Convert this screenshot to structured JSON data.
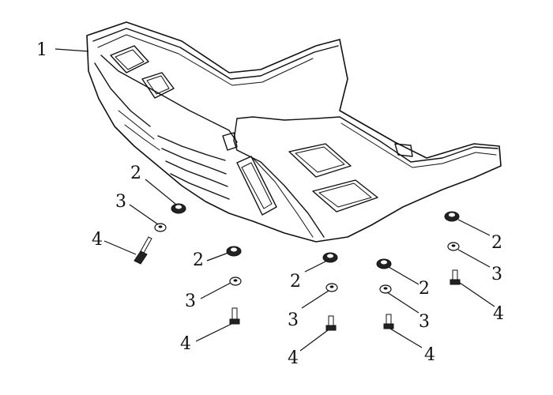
{
  "callouts": {
    "skid_plate": "1",
    "c1": "2",
    "c2": "3",
    "c3": "4",
    "c4": "2",
    "c5": "3",
    "c6": "4",
    "c7": "2",
    "c8": "3",
    "c9": "4",
    "c10": "2",
    "c11": "3",
    "c12": "4",
    "c13": "2",
    "c14": "3",
    "c15": "4"
  }
}
